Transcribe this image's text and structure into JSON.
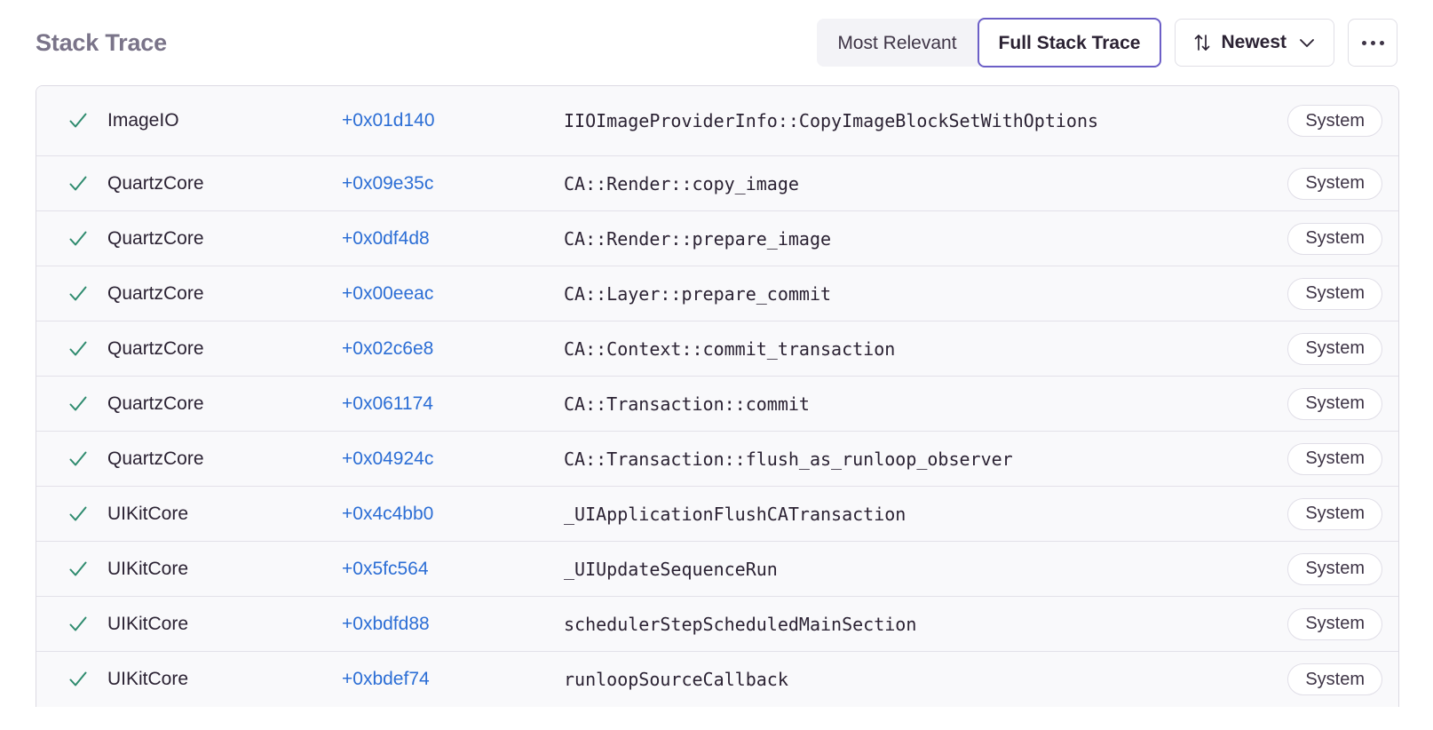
{
  "header": {
    "title": "Stack Trace",
    "segmented": {
      "options": [
        {
          "label": "Most Relevant",
          "active": false
        },
        {
          "label": "Full Stack Trace",
          "active": true
        }
      ]
    },
    "sort": {
      "label": "Newest",
      "sort_icon": "sort-arrows-icon",
      "chevron_icon": "chevron-down-icon"
    },
    "more": {
      "icon": "ellipsis-icon",
      "label": "…"
    }
  },
  "colors": {
    "accent_purple": "#6c5fc7",
    "link_blue": "#2c6ed5",
    "check_green": "#2e8b6e",
    "title_gray": "#7a7489",
    "row_bg": "#f9f9fb",
    "row_border": "#e3e1e9",
    "card_border": "#dcdae3"
  },
  "table": {
    "columns": [
      "status",
      "module",
      "offset",
      "symbol",
      "origin"
    ],
    "rows": [
      {
        "status_icon": "check-icon",
        "module": "ImageIO",
        "offset": "+0x01d140",
        "symbol": "IIOImageProviderInfo::CopyImageBlockSetWithOptions",
        "badge": "System",
        "tall": true
      },
      {
        "status_icon": "check-icon",
        "module": "QuartzCore",
        "offset": "+0x09e35c",
        "symbol": "CA::Render::copy_image",
        "badge": "System",
        "tall": false
      },
      {
        "status_icon": "check-icon",
        "module": "QuartzCore",
        "offset": "+0x0df4d8",
        "symbol": "CA::Render::prepare_image",
        "badge": "System",
        "tall": false
      },
      {
        "status_icon": "check-icon",
        "module": "QuartzCore",
        "offset": "+0x00eeac",
        "symbol": "CA::Layer::prepare_commit",
        "badge": "System",
        "tall": false
      },
      {
        "status_icon": "check-icon",
        "module": "QuartzCore",
        "offset": "+0x02c6e8",
        "symbol": "CA::Context::commit_transaction",
        "badge": "System",
        "tall": false
      },
      {
        "status_icon": "check-icon",
        "module": "QuartzCore",
        "offset": "+0x061174",
        "symbol": "CA::Transaction::commit",
        "badge": "System",
        "tall": false
      },
      {
        "status_icon": "check-icon",
        "module": "QuartzCore",
        "offset": "+0x04924c",
        "symbol": "CA::Transaction::flush_as_runloop_observer",
        "badge": "System",
        "tall": false
      },
      {
        "status_icon": "check-icon",
        "module": "UIKitCore",
        "offset": "+0x4c4bb0",
        "symbol": "_UIApplicationFlushCATransaction",
        "badge": "System",
        "tall": false
      },
      {
        "status_icon": "check-icon",
        "module": "UIKitCore",
        "offset": "+0x5fc564",
        "symbol": "_UIUpdateSequenceRun",
        "badge": "System",
        "tall": false
      },
      {
        "status_icon": "check-icon",
        "module": "UIKitCore",
        "offset": "+0xbdfd88",
        "symbol": "schedulerStepScheduledMainSection",
        "badge": "System",
        "tall": false
      },
      {
        "status_icon": "check-icon",
        "module": "UIKitCore",
        "offset": "+0xbdef74",
        "symbol": "runloopSourceCallback",
        "badge": "System",
        "tall": false
      }
    ]
  }
}
